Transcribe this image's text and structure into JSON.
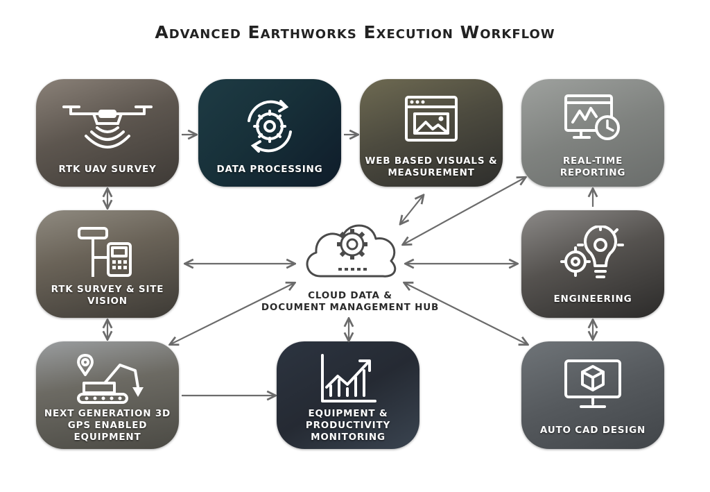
{
  "title": "Advanced Earthworks Execution Workflow",
  "nodes": {
    "rtk_uav": {
      "label": "RTK UAV SURVEY"
    },
    "data_processing": {
      "label": "DATA PROCESSING"
    },
    "web_visuals": {
      "line1": "WEB BASED VISUALS &",
      "line2": "MEASUREMENT"
    },
    "reporting": {
      "line1": "REAL-TIME",
      "line2": "REPORTING"
    },
    "rtk_survey": {
      "line1": "RTK SURVEY & SITE",
      "line2": "VISION"
    },
    "engineering": {
      "label": "ENGINEERING"
    },
    "gps_equipment": {
      "line1": "NEXT GENERATION 3D",
      "line2": "GPS ENABLED",
      "line3": "EQUIPMENT"
    },
    "monitoring": {
      "line1": "EQUIPMENT &",
      "line2": "PRODUCTIVITY",
      "line3": "MONITORING"
    },
    "autocad": {
      "label": "AUTO CAD DESIGN"
    }
  },
  "hub": {
    "line1": "CLOUD DATA &",
    "line2": "DOCUMENT MANAGEMENT HUB"
  },
  "colors": {
    "arrow": "#6b6b6b",
    "title": "#222222",
    "label": "#ffffff"
  }
}
